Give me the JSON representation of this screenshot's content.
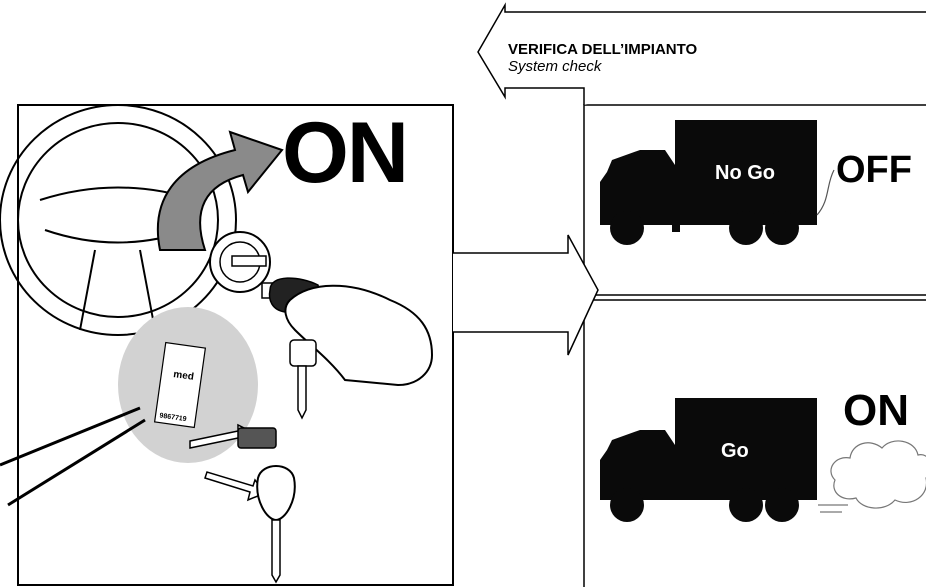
{
  "left_panel": {
    "ignition_state": "ON"
  },
  "system_check": {
    "title": "VERIFICA DELL’IMPIANTO",
    "subtitle": "System check"
  },
  "outcomes": [
    {
      "truck_label": "No Go",
      "state": "OFF"
    },
    {
      "truck_label": "Go",
      "state": "ON"
    }
  ],
  "sticker": {
    "brand": "med",
    "code": "9867719"
  },
  "colors": {
    "ink": "#000000",
    "arrow_fill": "#8a8a8a",
    "sticker_bg": "#d2d2d2",
    "truck": "#0a0a0a"
  }
}
